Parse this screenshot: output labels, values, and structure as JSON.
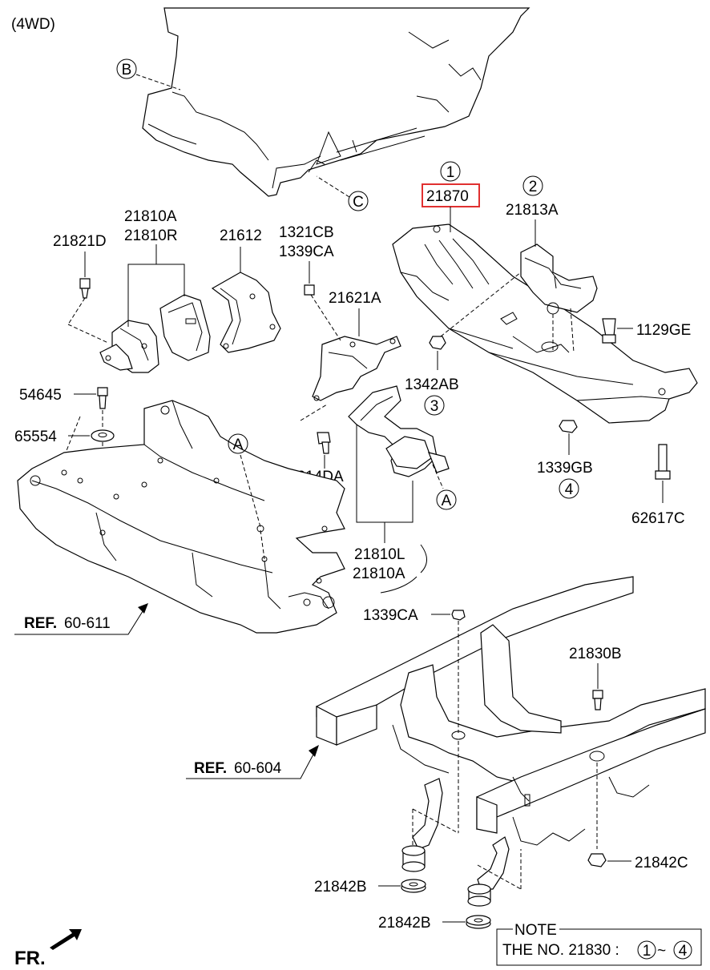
{
  "header": {
    "variant": "(4WD)"
  },
  "callouts": {
    "B": "B",
    "C": "C",
    "A_top": "A",
    "A_bottom": "A"
  },
  "parts": {
    "p21870": "21870",
    "p21813A": "21813A",
    "p1129GE": "1129GE",
    "p1342AB": "1342AB",
    "p1339GB": "1339GB",
    "p62617C": "62617C",
    "p21810A_top": "21810A",
    "p21810R": "21810R",
    "p21821D": "21821D",
    "p21612": "21612",
    "p1321CB": "1321CB",
    "p1339CA_top": "1339CA",
    "p21621A": "21621A",
    "p54645": "54645",
    "p65554": "65554",
    "p1014DA": "1014DA",
    "p21810L": "21810L",
    "p21810A_bottom": "21810A",
    "p1339CA_bottom": "1339CA",
    "p21830B": "21830B",
    "p21842C": "21842C",
    "p21842B_a": "21842B",
    "p21842B_b": "21842B"
  },
  "numbers": {
    "n1": "1",
    "n2": "2",
    "n3": "3",
    "n4": "4"
  },
  "refs": {
    "ref1_prefix": "REF.",
    "ref1_value": "60-611",
    "ref2_prefix": "REF.",
    "ref2_value": "60-604"
  },
  "orientation": {
    "label": "FR."
  },
  "note": {
    "title": "NOTE",
    "text": "THE NO. 21830 :",
    "range_start": "1",
    "range_sep": "~",
    "range_end": "4"
  },
  "colors": {
    "highlight": "#e03030",
    "ink": "#000000"
  }
}
